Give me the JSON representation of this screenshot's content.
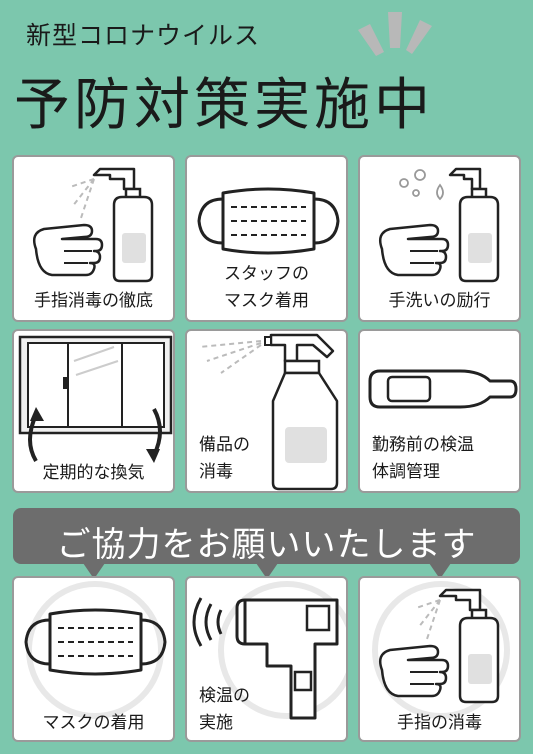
{
  "header": {
    "subtitle": "新型コロナウイルス",
    "title": "予防対策実施中"
  },
  "banner": {
    "text": "ご協力をお願いいたします"
  },
  "cards": [
    {
      "lines": [
        "手指消毒の徹底"
      ],
      "icon": "hand-sanitizer-icon"
    },
    {
      "lines": [
        "スタッフの",
        "マスク着用"
      ],
      "icon": "face-mask-icon"
    },
    {
      "lines": [
        "手洗いの励行"
      ],
      "icon": "hand-washing-icon"
    },
    {
      "lines": [
        "定期的な換気"
      ],
      "icon": "window-ventilation-icon"
    },
    {
      "lines": [
        "備品の",
        "消毒"
      ],
      "icon": "spray-bottle-icon"
    },
    {
      "lines": [
        "勤務前の検温",
        "体調管理"
      ],
      "icon": "thermometer-icon"
    },
    {
      "lines": [
        "マスクの着用"
      ],
      "icon": "face-mask-icon"
    },
    {
      "lines": [
        "検温の",
        "実施"
      ],
      "icon": "thermometer-gun-icon"
    },
    {
      "lines": [
        "手指の消毒"
      ],
      "icon": "hand-sanitizer-icon"
    }
  ],
  "colors": {
    "background": "#7cc7ad",
    "banner": "#6d6d6d",
    "card_border": "#9a9a9a",
    "bottle_label": "#e0e0e0"
  }
}
